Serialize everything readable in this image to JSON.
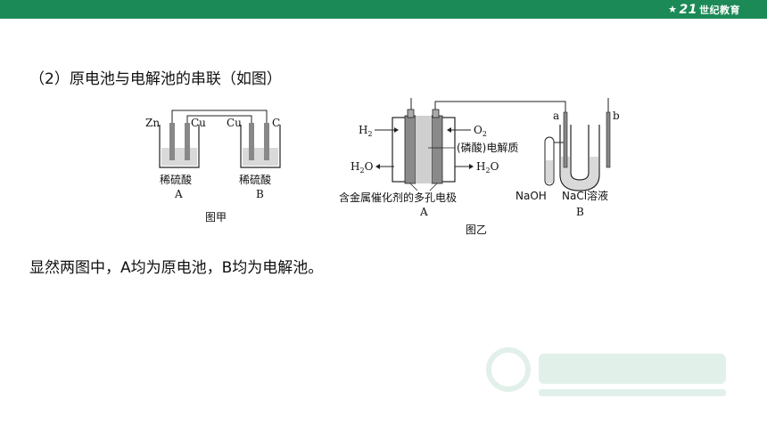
{
  "header": {
    "logo_number": "21",
    "logo_text": "世纪教育"
  },
  "content": {
    "heading": "（2）原电池与电解池的串联（如图）",
    "conclusion": "显然两图中，A均为原电池，B均为电解池。"
  },
  "figure_jia": {
    "electrodes": [
      "Zn",
      "Cu",
      "Cu",
      "C"
    ],
    "solution_label": "稀硫酸",
    "cell_labels": [
      "A",
      "B"
    ],
    "caption": "图甲"
  },
  "figure_yi": {
    "gas_left_in": "H",
    "gas_left_in_sub": "2",
    "gas_right_in": "O",
    "gas_right_in_sub": "2",
    "water_left": "H",
    "water_left_sub": "2",
    "water_left_end": "O",
    "water_right": "H",
    "water_right_sub": "2",
    "water_right_end": "O",
    "electrolyte": "(磷酸)电解质",
    "electrode_desc": "含金属催化剂的多孔电极",
    "cell_a": "A",
    "naoh": "NaOH",
    "nacl": "NaCl溶液",
    "cell_b": "B",
    "electrode_a": "a",
    "electrode_b": "b",
    "caption": "图乙"
  },
  "colors": {
    "topbar": "#1c8a57",
    "electrode": "#888888"
  }
}
